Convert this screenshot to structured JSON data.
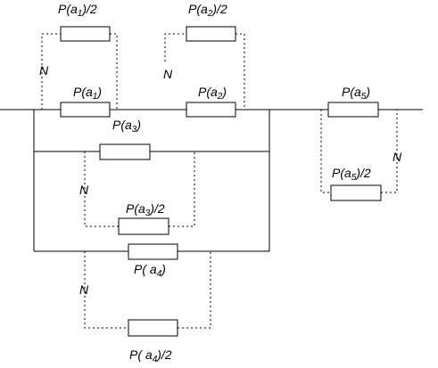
{
  "labels": {
    "a1_half": {
      "pre": "P(",
      "sym": "a",
      "sub": "1",
      "post": ")/2"
    },
    "a2_half": {
      "pre": "P(",
      "sym": "a",
      "sub": "2",
      "post": ")/2"
    },
    "a1": {
      "pre": "P(",
      "sym": "a",
      "sub": "1",
      "post": ")"
    },
    "a2": {
      "pre": "P(",
      "sym": "a",
      "sub": "2",
      "post": ")"
    },
    "a3": {
      "pre": "P(",
      "sym": "a",
      "sub": "3",
      "post": ")"
    },
    "a3_half": {
      "pre": "P(",
      "sym": "a",
      "sub": "3",
      "post": ")/2"
    },
    "a4": {
      "pre": "P( ",
      "sym": "a",
      "sub": "4",
      "post": ")"
    },
    "a4_half": {
      "pre": "P( ",
      "sym": "a",
      "sub": "4",
      "post": ")/2"
    },
    "a5": {
      "pre": "P(",
      "sym": "a",
      "sub": "5",
      "post": ")"
    },
    "a5_half": {
      "pre": "P(",
      "sym": "a",
      "sub": "5",
      "post": ")/2"
    }
  },
  "n_labels": {
    "n_a1": "N",
    "n_a2": "N",
    "n_a3": "N",
    "n_a4": "N",
    "n_a5": "N"
  }
}
